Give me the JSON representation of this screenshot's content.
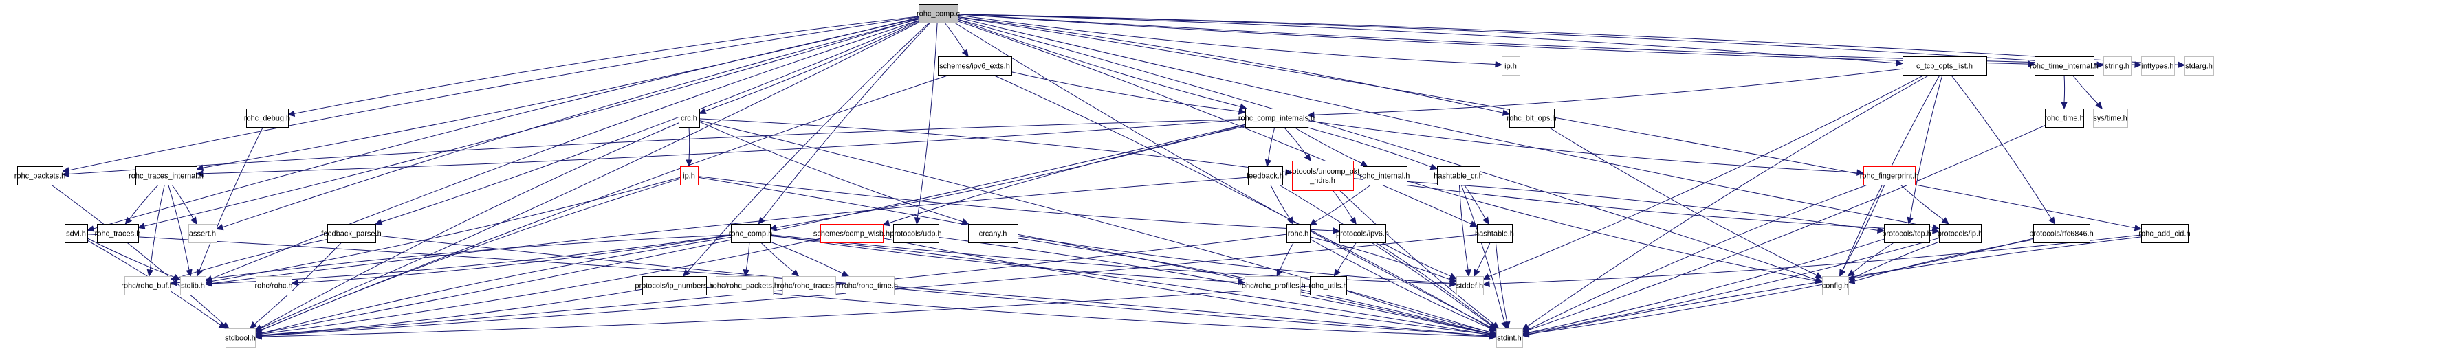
{
  "diagram": {
    "type": "include-dependency-graph",
    "colors": {
      "root_fill": "#bfbfbf",
      "documented_border": "#000000",
      "truncated_border": "#ff0000",
      "external_border": "#bfbfbf",
      "edge": "#191970",
      "background": "#ffffff"
    },
    "nodes": [
      {
        "id": "rohc_comp_c",
        "label": "rohc_comp.c",
        "kind": "root"
      },
      {
        "id": "schemes_ipv6_exts_h",
        "label": "schemes/ipv6_exts.h",
        "kind": "documented"
      },
      {
        "id": "ip_h_ext",
        "label": "ip.h",
        "kind": "external"
      },
      {
        "id": "c_tcp_opts_list_h",
        "label": "c_tcp_opts_list.h",
        "kind": "documented"
      },
      {
        "id": "rohc_time_internal_h",
        "label": "rohc_time_internal.h",
        "kind": "documented"
      },
      {
        "id": "string_h",
        "label": "string.h",
        "kind": "external"
      },
      {
        "id": "inttypes_h",
        "label": "inttypes.h",
        "kind": "external"
      },
      {
        "id": "stdarg_h",
        "label": "stdarg.h",
        "kind": "external"
      },
      {
        "id": "rohc_debug_h",
        "label": "rohc_debug.h",
        "kind": "documented"
      },
      {
        "id": "crc_h",
        "label": "crc.h",
        "kind": "documented"
      },
      {
        "id": "rohc_comp_internals_h",
        "label": "rohc_comp_internals.h",
        "kind": "documented"
      },
      {
        "id": "rohc_bit_ops_h",
        "label": "rohc_bit_ops.h",
        "kind": "documented"
      },
      {
        "id": "rohc_time_h",
        "label": "rohc_time.h",
        "kind": "documented"
      },
      {
        "id": "sys_time_h",
        "label": "sys/time.h",
        "kind": "external"
      },
      {
        "id": "rohc_packets_h",
        "label": "rohc_packets.h",
        "kind": "documented"
      },
      {
        "id": "rohc_traces_internal_h",
        "label": "rohc_traces_internal.h",
        "kind": "documented"
      },
      {
        "id": "ip_h",
        "label": "ip.h",
        "kind": "truncated"
      },
      {
        "id": "feedback_h",
        "label": "feedback.h",
        "kind": "documented"
      },
      {
        "id": "protocols_uncomp_pkt_hdrs_h",
        "label": "protocols/uncomp_pkt\n_hdrs.h",
        "kind": "truncated"
      },
      {
        "id": "rohc_internal_h",
        "label": "rohc_internal.h",
        "kind": "documented"
      },
      {
        "id": "hashtable_cr_h",
        "label": "hashtable_cr.h",
        "kind": "documented"
      },
      {
        "id": "rohc_fingerprint_h",
        "label": "rohc_fingerprint.h",
        "kind": "truncated"
      },
      {
        "id": "sdvl_h",
        "label": "sdvl.h",
        "kind": "documented"
      },
      {
        "id": "rohc_traces_h",
        "label": "rohc_traces.h",
        "kind": "documented"
      },
      {
        "id": "assert_h",
        "label": "assert.h",
        "kind": "external"
      },
      {
        "id": "feedback_parse_h",
        "label": "feedback_parse.h",
        "kind": "documented"
      },
      {
        "id": "rohc_comp_h",
        "label": "rohc_comp.h",
        "kind": "documented"
      },
      {
        "id": "schemes_comp_wlsb_h",
        "label": "schemes/comp_wlsb.h",
        "kind": "truncated"
      },
      {
        "id": "protocols_udp_h",
        "label": "protocols/udp.h",
        "kind": "documented"
      },
      {
        "id": "crcany_h",
        "label": "crcany.h",
        "kind": "documented"
      },
      {
        "id": "rohc_h",
        "label": "rohc.h",
        "kind": "documented"
      },
      {
        "id": "protocols_ipv6_h",
        "label": "protocols/ipv6.h",
        "kind": "documented"
      },
      {
        "id": "hashtable_h",
        "label": "hashtable.h",
        "kind": "documented"
      },
      {
        "id": "protocols_tcp_h",
        "label": "protocols/tcp.h",
        "kind": "documented"
      },
      {
        "id": "protocols_ip_h",
        "label": "protocols/ip.h",
        "kind": "documented"
      },
      {
        "id": "protocols_rfc6846_h",
        "label": "protocols/rfc6846.h",
        "kind": "documented"
      },
      {
        "id": "rohc_add_cid_h",
        "label": "rohc_add_cid.h",
        "kind": "documented"
      },
      {
        "id": "rohc_rohc_buf_h",
        "label": "rohc/rohc_buf.h",
        "kind": "external"
      },
      {
        "id": "stdlib_h",
        "label": "stdlib.h",
        "kind": "external"
      },
      {
        "id": "rohc_rohc_h",
        "label": "rohc/rohc.h",
        "kind": "external"
      },
      {
        "id": "protocols_ip_numbers_h",
        "label": "protocols/ip_numbers.h",
        "kind": "documented"
      },
      {
        "id": "rohc_rohc_packets_h",
        "label": "rohc/rohc_packets.h",
        "kind": "external"
      },
      {
        "id": "rohc_rohc_traces_h",
        "label": "rohc/rohc_traces.h",
        "kind": "external"
      },
      {
        "id": "rohc_rohc_time_h",
        "label": "rohc/rohc_time.h",
        "kind": "external"
      },
      {
        "id": "rohc_rohc_profiles_h",
        "label": "rohc/rohc_profiles.h",
        "kind": "external"
      },
      {
        "id": "rohc_utils_h",
        "label": "rohc_utils.h",
        "kind": "documented"
      },
      {
        "id": "stddef_h",
        "label": "stddef.h",
        "kind": "external"
      },
      {
        "id": "config_h",
        "label": "config.h",
        "kind": "external"
      },
      {
        "id": "stdbool_h",
        "label": "stdbool.h",
        "kind": "external"
      },
      {
        "id": "stdint_h",
        "label": "stdint.h",
        "kind": "external"
      }
    ],
    "edges": [
      [
        "rohc_comp_c",
        "schemes_ipv6_exts_h"
      ],
      [
        "rohc_comp_c",
        "ip_h_ext"
      ],
      [
        "rohc_comp_c",
        "c_tcp_opts_list_h"
      ],
      [
        "rohc_comp_c",
        "rohc_time_internal_h"
      ],
      [
        "rohc_comp_c",
        "string_h"
      ],
      [
        "rohc_comp_c",
        "inttypes_h"
      ],
      [
        "rohc_comp_c",
        "stdarg_h"
      ],
      [
        "rohc_comp_c",
        "rohc_debug_h"
      ],
      [
        "rohc_comp_c",
        "crc_h"
      ],
      [
        "rohc_comp_c",
        "rohc_comp_internals_h"
      ],
      [
        "rohc_comp_c",
        "rohc_bit_ops_h"
      ],
      [
        "rohc_comp_c",
        "rohc_packets_h"
      ],
      [
        "rohc_comp_c",
        "rohc_traces_internal_h"
      ],
      [
        "rohc_comp_c",
        "sdvl_h"
      ],
      [
        "rohc_comp_c",
        "rohc_traces_h"
      ],
      [
        "rohc_comp_c",
        "assert_h"
      ],
      [
        "rohc_comp_c",
        "feedback_parse_h"
      ],
      [
        "rohc_comp_c",
        "rohc_comp_h"
      ],
      [
        "rohc_comp_c",
        "protocols_udp_h"
      ],
      [
        "rohc_comp_c",
        "protocols_ip_numbers_h"
      ],
      [
        "rohc_comp_c",
        "hashtable_h"
      ],
      [
        "rohc_comp_c",
        "protocols_ip_h"
      ],
      [
        "rohc_comp_c",
        "rohc_add_cid_h"
      ],
      [
        "rohc_comp_c",
        "stdlib_h"
      ],
      [
        "rohc_comp_c",
        "stdbool_h"
      ],
      [
        "rohc_comp_c",
        "stdint_h"
      ],
      [
        "rohc_comp_c",
        "config_h"
      ],
      [
        "schemes_ipv6_exts_h",
        "rohc_comp_internals_h"
      ],
      [
        "schemes_ipv6_exts_h",
        "stdint_h"
      ],
      [
        "schemes_ipv6_exts_h",
        "stdbool_h"
      ],
      [
        "c_tcp_opts_list_h",
        "rohc_comp_internals_h"
      ],
      [
        "c_tcp_opts_list_h",
        "protocols_tcp_h"
      ],
      [
        "c_tcp_opts_list_h",
        "protocols_rfc6846_h"
      ],
      [
        "c_tcp_opts_list_h",
        "stdint_h"
      ],
      [
        "c_tcp_opts_list_h",
        "stddef_h"
      ],
      [
        "c_tcp_opts_list_h",
        "config_h"
      ],
      [
        "rohc_time_internal_h",
        "rohc_time_h"
      ],
      [
        "rohc_time_internal_h",
        "sys_time_h"
      ],
      [
        "rohc_time_h",
        "stdint_h"
      ],
      [
        "rohc_debug_h",
        "stdlib_h"
      ],
      [
        "crc_h",
        "ip_h"
      ],
      [
        "crc_h",
        "crcany_h"
      ],
      [
        "crc_h",
        "protocols_uncomp_pkt_hdrs_h"
      ],
      [
        "crc_h",
        "stdbool_h"
      ],
      [
        "crc_h",
        "stdint_h"
      ],
      [
        "rohc_comp_internals_h",
        "rohc_packets_h"
      ],
      [
        "rohc_comp_internals_h",
        "rohc_traces_internal_h"
      ],
      [
        "rohc_comp_internals_h",
        "feedback_h"
      ],
      [
        "rohc_comp_internals_h",
        "protocols_uncomp_pkt_hdrs_h"
      ],
      [
        "rohc_comp_internals_h",
        "rohc_internal_h"
      ],
      [
        "rohc_comp_internals_h",
        "hashtable_cr_h"
      ],
      [
        "rohc_comp_internals_h",
        "rohc_fingerprint_h"
      ],
      [
        "rohc_comp_internals_h",
        "rohc_comp_h"
      ],
      [
        "rohc_comp_internals_h",
        "schemes_comp_wlsb_h"
      ],
      [
        "rohc_comp_internals_h",
        "stdbool_h"
      ],
      [
        "rohc_bit_ops_h",
        "config_h"
      ],
      [
        "rohc_packets_h",
        "stdbool_h"
      ],
      [
        "rohc_traces_internal_h",
        "rohc_traces_h"
      ],
      [
        "rohc_traces_internal_h",
        "assert_h"
      ],
      [
        "rohc_traces_internal_h",
        "rohc_rohc_buf_h"
      ],
      [
        "rohc_traces_internal_h",
        "stdlib_h"
      ],
      [
        "ip_h",
        "protocols_ipv6_h"
      ],
      [
        "ip_h",
        "stdlib_h"
      ],
      [
        "ip_h",
        "stdbool_h"
      ],
      [
        "ip_h",
        "stdint_h"
      ],
      [
        "feedback_h",
        "rohc_h"
      ],
      [
        "feedback_h",
        "stdint_h"
      ],
      [
        "feedback_h",
        "stdlib_h"
      ],
      [
        "protocols_uncomp_pkt_hdrs_h",
        "protocols_ipv6_h"
      ],
      [
        "protocols_uncomp_pkt_hdrs_h",
        "protocols_ip_h"
      ],
      [
        "protocols_uncomp_pkt_hdrs_h",
        "protocols_tcp_h"
      ],
      [
        "protocols_uncomp_pkt_hdrs_h",
        "stdint_h"
      ],
      [
        "rohc_internal_h",
        "rohc_h"
      ],
      [
        "rohc_internal_h",
        "config_h"
      ],
      [
        "hashtable_cr_h",
        "hashtable_h"
      ],
      [
        "hashtable_cr_h",
        "stddef_h"
      ],
      [
        "hashtable_cr_h",
        "stdint_h"
      ],
      [
        "rohc_fingerprint_h",
        "protocols_ip_h"
      ],
      [
        "rohc_fingerprint_h",
        "config_h"
      ],
      [
        "rohc_fingerprint_h",
        "stdint_h"
      ],
      [
        "sdvl_h",
        "stdbool_h"
      ],
      [
        "sdvl_h",
        "stdlib_h"
      ],
      [
        "sdvl_h",
        "stdint_h"
      ],
      [
        "feedback_parse_h",
        "rohc_rohc_buf_h"
      ],
      [
        "feedback_parse_h",
        "stdbool_h"
      ],
      [
        "feedback_parse_h",
        "stdint_h"
      ],
      [
        "rohc_comp_h",
        "rohc_rohc_packets_h"
      ],
      [
        "rohc_comp_h",
        "rohc_rohc_traces_h"
      ],
      [
        "rohc_comp_h",
        "rohc_rohc_time_h"
      ],
      [
        "rohc_comp_h",
        "rohc_rohc_profiles_h"
      ],
      [
        "rohc_comp_h",
        "rohc_rohc_h"
      ],
      [
        "rohc_comp_h",
        "rohc_rohc_buf_h"
      ],
      [
        "rohc_comp_h",
        "stdlib_h"
      ],
      [
        "rohc_comp_h",
        "stdbool_h"
      ],
      [
        "rohc_comp_h",
        "stdint_h"
      ],
      [
        "rohc_comp_h",
        "stddef_h"
      ],
      [
        "schemes_comp_wlsb_h",
        "stdbool_h"
      ],
      [
        "schemes_comp_wlsb_h",
        "stdint_h"
      ],
      [
        "protocols_udp_h",
        "stdint_h"
      ],
      [
        "crcany_h",
        "stddef_h"
      ],
      [
        "crcany_h",
        "stdint_h"
      ],
      [
        "rohc_h",
        "rohc_rohc_profiles_h"
      ],
      [
        "rohc_h",
        "stddef_h"
      ],
      [
        "rohc_h",
        "stdint_h"
      ],
      [
        "rohc_h",
        "stdbool_h"
      ],
      [
        "protocols_ipv6_h",
        "rohc_utils_h"
      ],
      [
        "protocols_ipv6_h",
        "stdint_h"
      ],
      [
        "protocols_ipv6_h",
        "stddef_h"
      ],
      [
        "hashtable_h",
        "stddef_h"
      ],
      [
        "hashtable_h",
        "stdint_h"
      ],
      [
        "hashtable_h",
        "stdbool_h"
      ],
      [
        "protocols_tcp_h",
        "config_h"
      ],
      [
        "protocols_tcp_h",
        "stdint_h"
      ],
      [
        "protocols_ip_h",
        "config_h"
      ],
      [
        "protocols_ip_h",
        "stdint_h"
      ],
      [
        "protocols_rfc6846_h",
        "config_h"
      ],
      [
        "protocols_rfc6846_h",
        "stdint_h"
      ],
      [
        "rohc_add_cid_h",
        "stdint_h"
      ],
      [
        "rohc_add_cid_h",
        "stddef_h"
      ],
      [
        "rohc_utils_h",
        "stdint_h"
      ],
      [
        "rohc_utils_h",
        "stdbool_h"
      ],
      [
        "protocols_ip_numbers_h",
        "stdint_h"
      ],
      [
        "protocols_ip_numbers_h",
        "stdbool_h"
      ]
    ]
  }
}
